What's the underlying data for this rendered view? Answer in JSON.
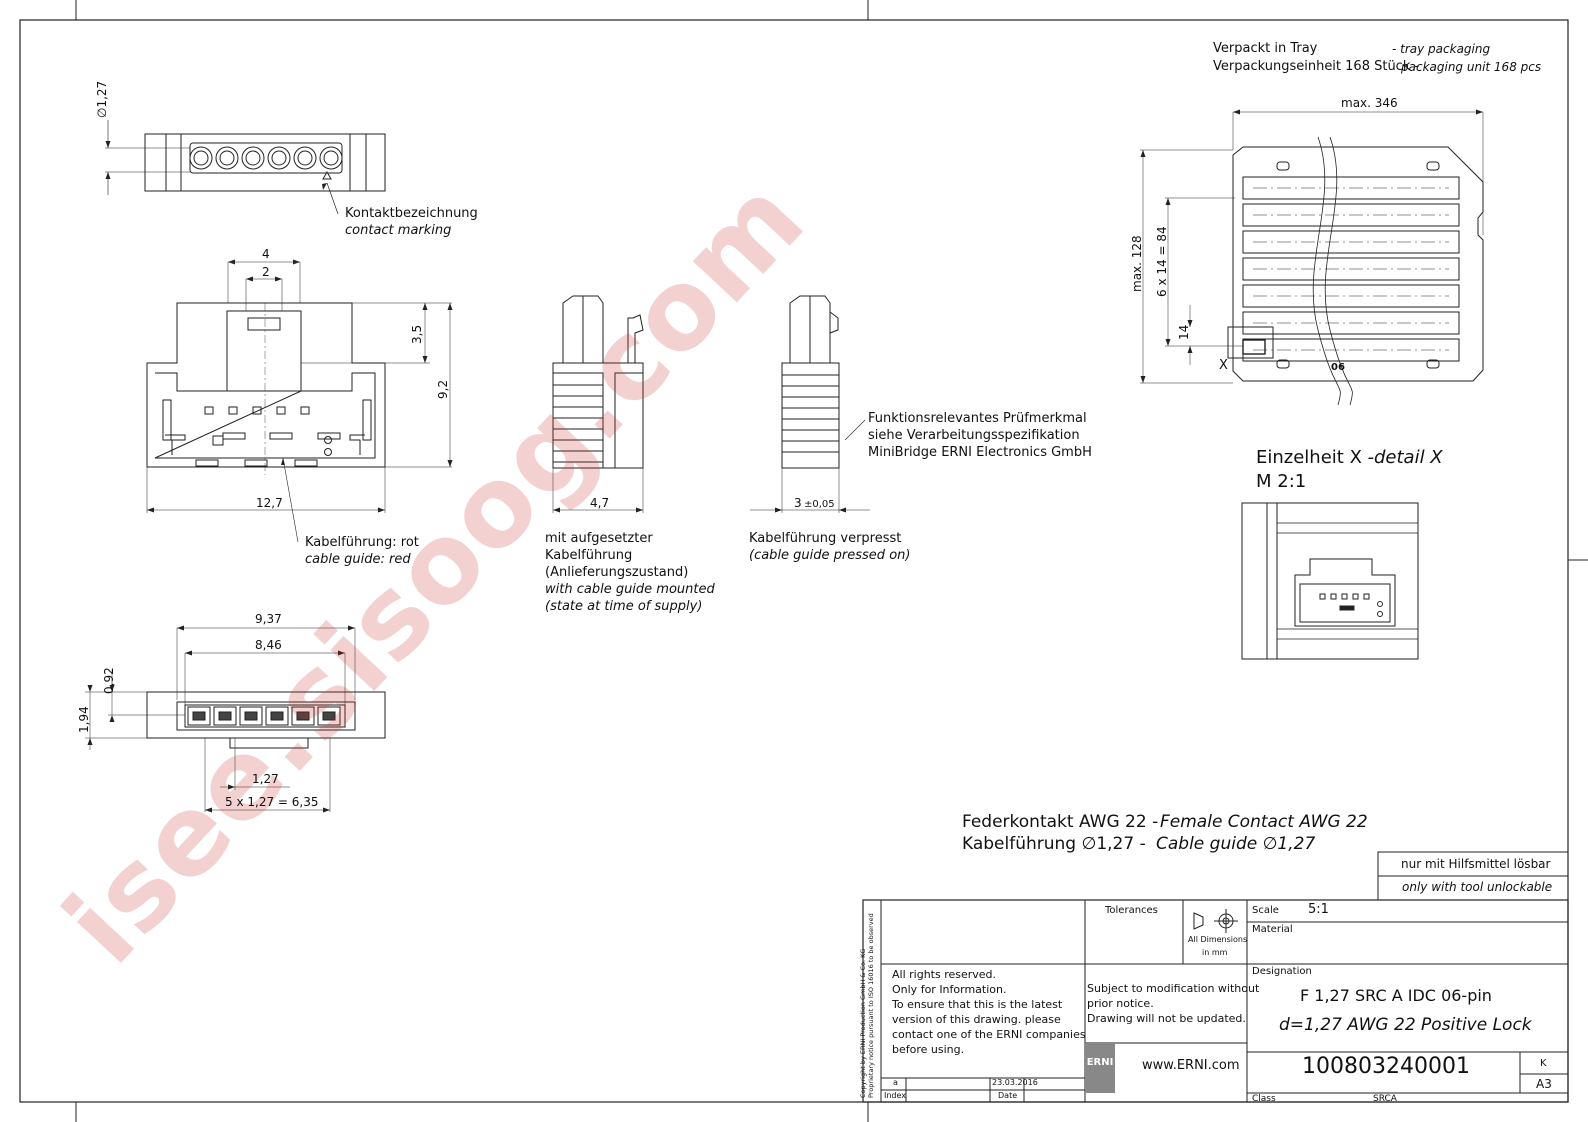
{
  "packaging": {
    "line1_de": "Verpackt in Tray",
    "line1_en": "- tray packaging",
    "line2_de": "Verpackungseinheit 168 Stück -",
    "line2_en": "packaging unit 168 pcs",
    "dim_max_width": "max. 346",
    "dim_max_height": "max. 128",
    "dim_pitch": "6 x 14 = 84",
    "dim_row": "14",
    "detail_marker": "X",
    "tray_label": "06"
  },
  "detail_view": {
    "title_de": "Einzelheit X -",
    "title_en": "detail  X",
    "scale": "M 2:1"
  },
  "top_view": {
    "dim_diameter": "∅1,27",
    "label_de": "Kontaktbezeichnung",
    "label_en": "contact marking"
  },
  "front_view": {
    "dim_4": "4",
    "dim_2": "2",
    "dim_3_5": "3,5",
    "dim_9_2": "9,2",
    "dim_12_7": "12,7",
    "label_de": "Kabelführung: rot",
    "label_en": "cable guide: red"
  },
  "side_view_mounted": {
    "dim_4_7": "4,7",
    "label_de_1": "mit aufgesetzter",
    "label_de_2": "Kabelführung",
    "label_de_3": "(Anlieferungszustand)",
    "label_en_1": "with cable guide mounted",
    "label_en_2": "(state at time of supply)"
  },
  "side_view_pressed": {
    "dim_3": "3",
    "dim_tol": "±0,05",
    "label_de": "Kabelführung verpresst",
    "label_en": "(cable guide pressed on)"
  },
  "feature_note": {
    "line1": "Funktionsrelevantes Prüfmerkmal",
    "line2": "siehe Verarbeitungsspezifikation",
    "line3": "MiniBridge  ERNI Electronics GmbH"
  },
  "bottom_view": {
    "dim_9_37": "9,37",
    "dim_8_46": "8,46",
    "dim_0_92": "0,92",
    "dim_1_94": "1,94",
    "dim_1_27": "1,27",
    "dim_pitch": "5 x 1,27 = 6,35"
  },
  "product_heading": {
    "line1_de": "Federkontakt AWG 22 -",
    "line1_en": "Female Contact AWG 22",
    "line2_de": "Kabelführung  ∅1,27 -",
    "line2_en": "Cable guide   ∅1,27"
  },
  "title_block": {
    "unlock_de": "nur mit Hilfsmittel lösbar",
    "unlock_en": "only with tool unlockable",
    "tolerances_label": "Tolerances",
    "all_dimensions": "All Dimensions",
    "in_mm": "in mm",
    "scale_label": "Scale",
    "scale_value": "5:1",
    "material_label": "Material",
    "designation_label": "Designation",
    "designation_1": "F 1,27 SRC A IDC 06-pin",
    "designation_2": "d=1,27 AWG 22 Positive Lock",
    "rights_1": "All rights reserved.",
    "rights_2": "Only for Information.",
    "rights_3": "To ensure that this is the latest",
    "rights_4": "version of this drawing. please",
    "rights_5": "contact one of the ERNI companies",
    "rights_6": "before using.",
    "subject_1": "Subject to modification without",
    "subject_2": "prior notice.",
    "subject_3": "Drawing will not be updated.",
    "logo": "ERNI",
    "website": "www.ERNI.com",
    "part_number": "100803240001",
    "revision": "K",
    "sheet_size": "A3",
    "index_value": "a",
    "index_label": "Index",
    "date_value": "23.03.2016",
    "date_label": "Date",
    "class_label": "Class",
    "class_value": "SRCA",
    "copyright_1": "Copyright by ERNI Production GmbH & Co. KG",
    "copyright_2": "Proprietary notice pursuant to ISO 16016 to be observed"
  },
  "watermark": "isee.sisoog.com"
}
